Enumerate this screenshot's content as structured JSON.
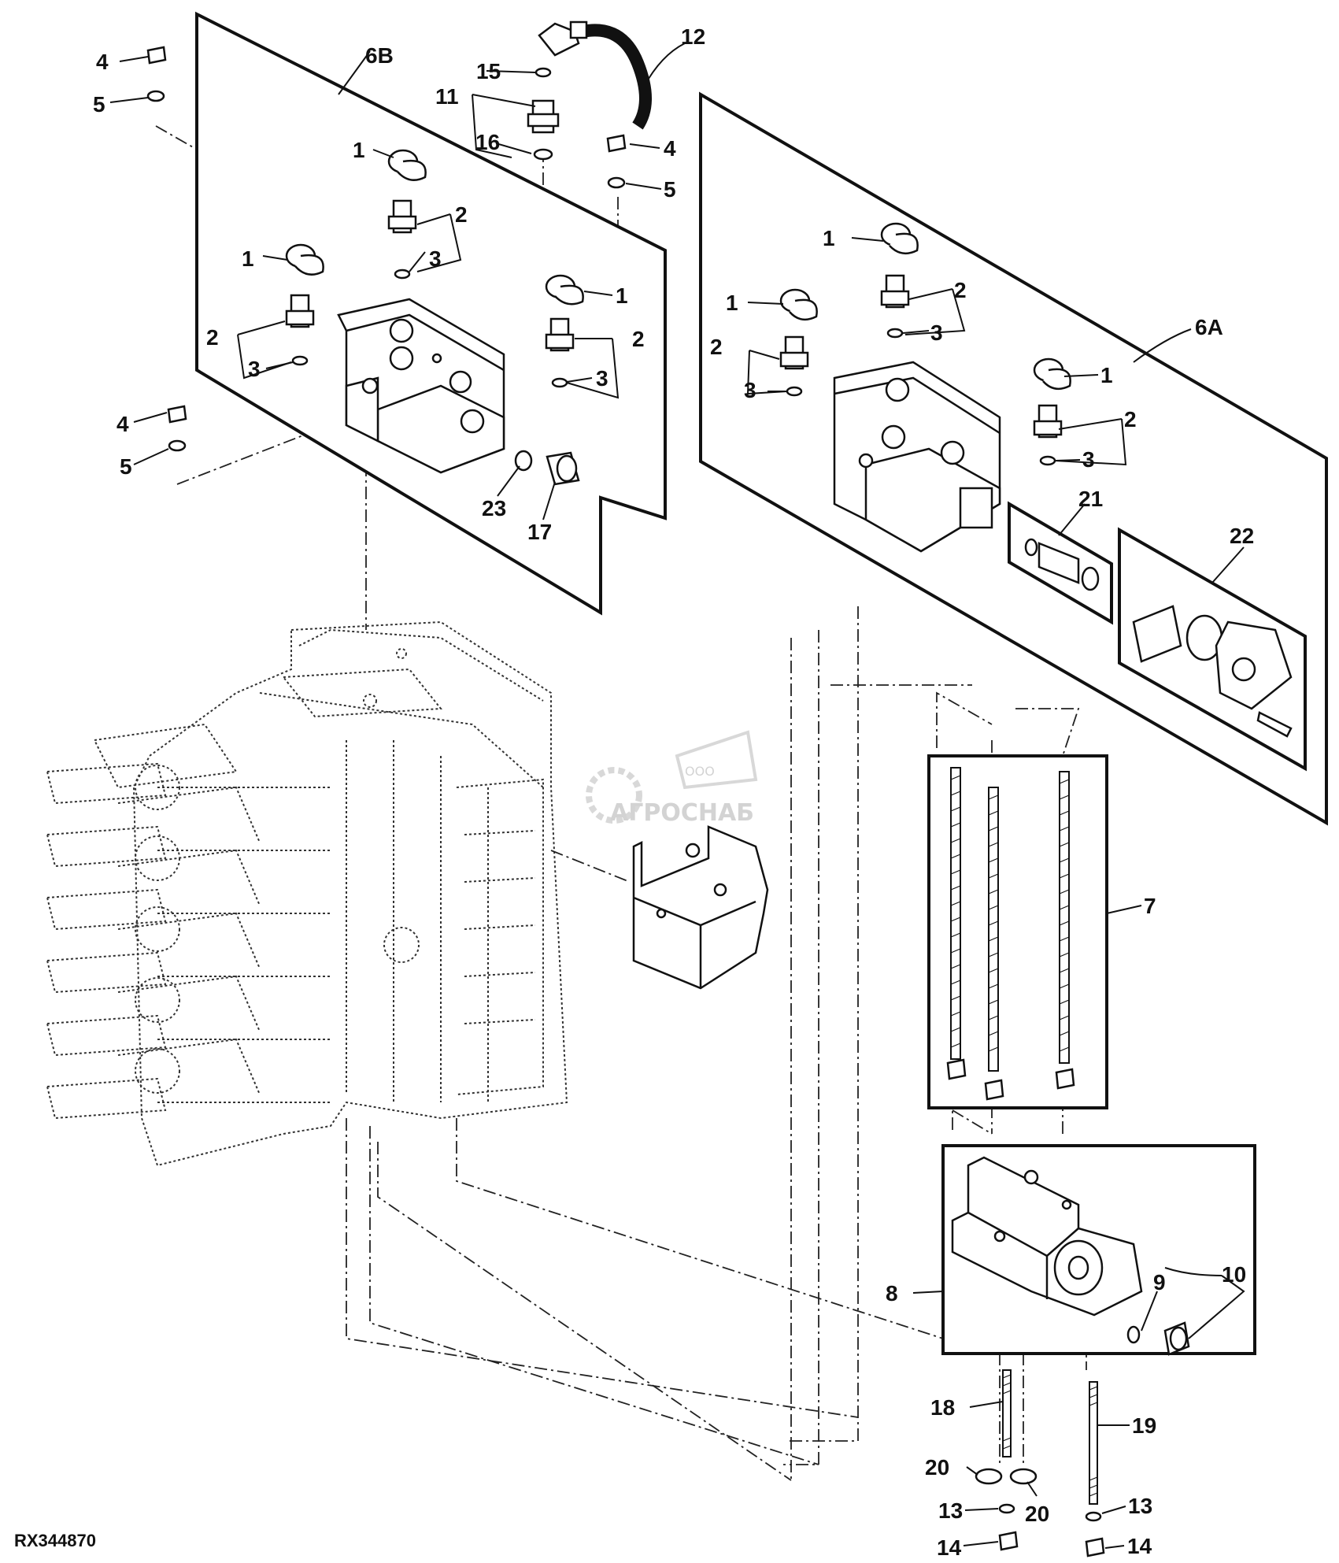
{
  "figure_id": "RX344870",
  "watermark": {
    "line1": "ООО",
    "line2": "АГРОСНАБ"
  },
  "callouts": {
    "c1a": "1",
    "c1b": "1",
    "c1c": "1",
    "c1d": "1",
    "c1e": "1",
    "c1f": "1",
    "c2a": "2",
    "c2b": "2",
    "c2c": "2",
    "c2d": "2",
    "c2e": "2",
    "c2f": "2",
    "c3a": "3",
    "c3b": "3",
    "c3c": "3",
    "c3d": "3",
    "c3e": "3",
    "c3f": "3",
    "c4a": "4",
    "c4b": "4",
    "c4c": "4",
    "c5a": "5",
    "c5b": "5",
    "c5c": "5",
    "c6A": "6A",
    "c6B": "6B",
    "c7": "7",
    "c8": "8",
    "c9": "9",
    "c10": "10",
    "c11": "11",
    "c12": "12",
    "c13a": "13",
    "c13b": "13",
    "c14a": "14",
    "c14b": "14",
    "c15": "15",
    "c16": "16",
    "c17": "17",
    "c18": "18",
    "c19": "19",
    "c20a": "20",
    "c20b": "20",
    "c21": "21",
    "c22": "22",
    "c23": "23"
  }
}
